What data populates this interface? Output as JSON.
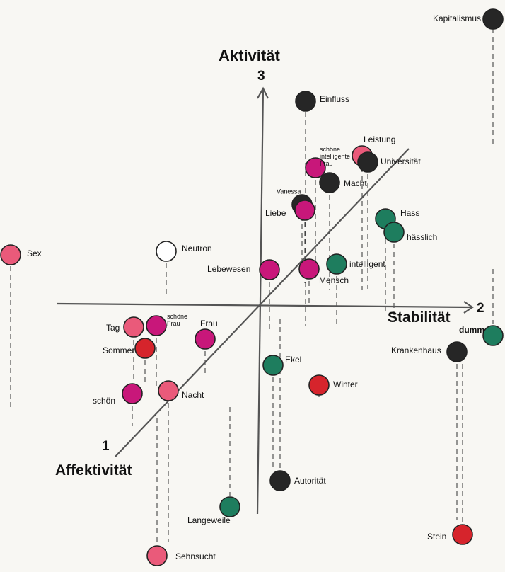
{
  "chart_data": {
    "type": "scatter",
    "axes": [
      {
        "number": "1",
        "label": "Affektivität"
      },
      {
        "number": "2",
        "label": "Stabilität"
      },
      {
        "number": "3",
        "label": "Aktivität"
      }
    ],
    "colors": {
      "pink": "#ea5a7a",
      "magenta": "#c8177a",
      "black": "#262626",
      "green": "#1e7d5e",
      "red": "#d6242c",
      "white": "#ffffff"
    },
    "points": [
      {
        "label": "Kapitalismus",
        "color": "black"
      },
      {
        "label": "Einfluss",
        "color": "black"
      },
      {
        "label": "Leistung",
        "color": "pink"
      },
      {
        "label": "Universität",
        "color": "black"
      },
      {
        "label": "schöne intelligente Frau",
        "color": "magenta"
      },
      {
        "label": "Macht",
        "color": "black"
      },
      {
        "label": "Vanessa",
        "color": "black"
      },
      {
        "label": "Liebe",
        "color": "magenta"
      },
      {
        "label": "Hass",
        "color": "green"
      },
      {
        "label": "hässlich",
        "color": "green"
      },
      {
        "label": "Sex",
        "color": "pink"
      },
      {
        "label": "Neutron",
        "color": "white"
      },
      {
        "label": "Lebewesen",
        "color": "magenta"
      },
      {
        "label": "Mensch",
        "color": "magenta"
      },
      {
        "label": "intelligent",
        "color": "green"
      },
      {
        "label": "Tag",
        "color": "pink"
      },
      {
        "label": "schöne Frau",
        "color": "magenta"
      },
      {
        "label": "Frau",
        "color": "magenta"
      },
      {
        "label": "Sommer",
        "color": "red"
      },
      {
        "label": "schön",
        "color": "magenta"
      },
      {
        "label": "Nacht",
        "color": "pink"
      },
      {
        "label": "Ekel",
        "color": "green"
      },
      {
        "label": "Winter",
        "color": "red"
      },
      {
        "label": "dumm",
        "color": "green"
      },
      {
        "label": "Krankenhaus",
        "color": "black"
      },
      {
        "label": "Autorität",
        "color": "black"
      },
      {
        "label": "Langeweile",
        "color": "green"
      },
      {
        "label": "Stein",
        "color": "red"
      },
      {
        "label": "Sehnsucht",
        "color": "pink"
      }
    ]
  }
}
